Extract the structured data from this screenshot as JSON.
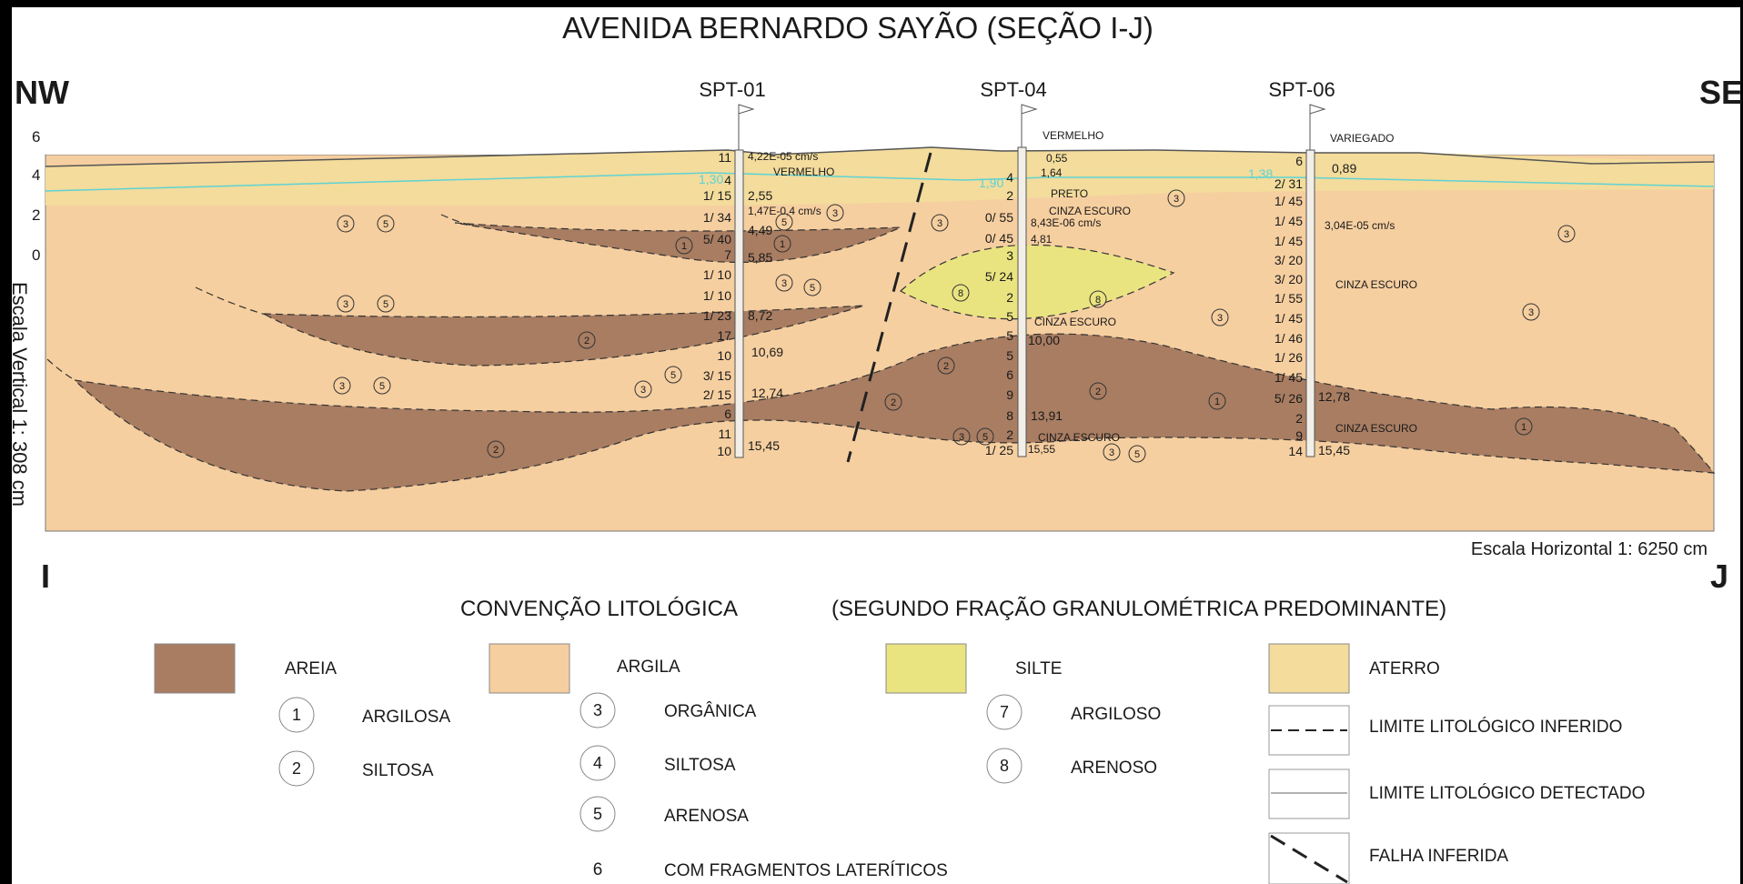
{
  "title": "AVENIDA BERNARDO SAYÃO (SEÇÃO I-J)",
  "directions": {
    "left": "NW",
    "right": "SE",
    "bottom_left": "I",
    "bottom_right": "J"
  },
  "vertical_scale": "Escala Vertical 1: 308 cm",
  "horizontal_scale": "Escala Horizontal 1: 6250 cm",
  "y_axis_ticks": [
    "6",
    "4",
    "2",
    "0"
  ],
  "colors": {
    "areia": "#a87d62",
    "argila": "#f6cfa0",
    "silte": "#eae480",
    "aterro": "#f3dc9c",
    "water": "#5fd3d3"
  },
  "boreholes": [
    {
      "name": "SPT-01",
      "water_level": "1,30",
      "nspt": [
        "11",
        "4",
        "1/ 15",
        "1/ 34",
        "5/ 40",
        "7",
        "1/ 10",
        "1/ 10",
        "1/ 23",
        "17",
        "10",
        "3/ 15",
        "2/ 15",
        "6",
        "11",
        "10"
      ],
      "depths": [
        "2,55",
        "4,49",
        "5,85",
        "8,72",
        "10,69",
        "12,74",
        "15,45"
      ],
      "notes": [
        "4,22E-05 cm/s",
        "VERMELHO",
        "1,47E-0,4 cm/s"
      ]
    },
    {
      "name": "SPT-04",
      "water_level": "1,90",
      "nspt": [
        "4",
        "2",
        "0/ 55",
        "0/ 45",
        "3",
        "5/ 24",
        "2",
        "5",
        "5",
        "5",
        "6",
        "9",
        "8",
        "2",
        "1/ 25"
      ],
      "depths": [
        "0,55",
        "1,64",
        "4,81",
        "10,00",
        "13,91",
        "15,55"
      ],
      "notes": [
        "VERMELHO",
        "PRETO",
        "CINZA ESCURO",
        "8,43E-06 cm/s",
        "CINZA ESCURO",
        "CINZA ESCURO"
      ]
    },
    {
      "name": "SPT-06",
      "water_level": "1,38",
      "nspt": [
        "6",
        "2/ 31",
        "1/ 45",
        "1/ 45",
        "1/ 45",
        "3/ 20",
        "3/ 20",
        "1/ 55",
        "1/ 45",
        "1/ 46",
        "1/ 26",
        "1/ 45",
        "5/ 26",
        "2",
        "9",
        "14"
      ],
      "depths": [
        "0,89",
        "12,78",
        "15,45"
      ],
      "notes": [
        "VARIEGADO",
        "3,04E-05 cm/s",
        "CINZA ESCURO",
        "CINZA ESCURO"
      ]
    }
  ],
  "legend": {
    "heading": "CONVENÇÃO LITOLÓGICA",
    "subheading": "(SEGUNDO FRAÇÃO GRANULOMÉTRICA PREDOMINANTE)",
    "areia": {
      "label": "AREIA",
      "items": [
        {
          "n": "1",
          "label": "ARGILOSA"
        },
        {
          "n": "2",
          "label": "SILTOSA"
        }
      ]
    },
    "argila": {
      "label": "ARGILA",
      "items": [
        {
          "n": "3",
          "label": "ORGÂNICA"
        },
        {
          "n": "4",
          "label": "SILTOSA"
        },
        {
          "n": "5",
          "label": "ARENOSA"
        },
        {
          "n": "6",
          "label": "COM FRAGMENTOS  LATERÍTICOS"
        }
      ]
    },
    "silte": {
      "label": "SILTE",
      "items": [
        {
          "n": "7",
          "label": "ARGILOSO"
        },
        {
          "n": "8",
          "label": "ARENOSO"
        }
      ]
    },
    "aterro": {
      "label": "ATERRO"
    },
    "lines": {
      "inferred": "LIMITE LITOLÓGICO INFERIDO",
      "detected": "LIMITE LITOLÓGICO DETECTADO",
      "fault": "FALHA INFERIDA"
    }
  }
}
